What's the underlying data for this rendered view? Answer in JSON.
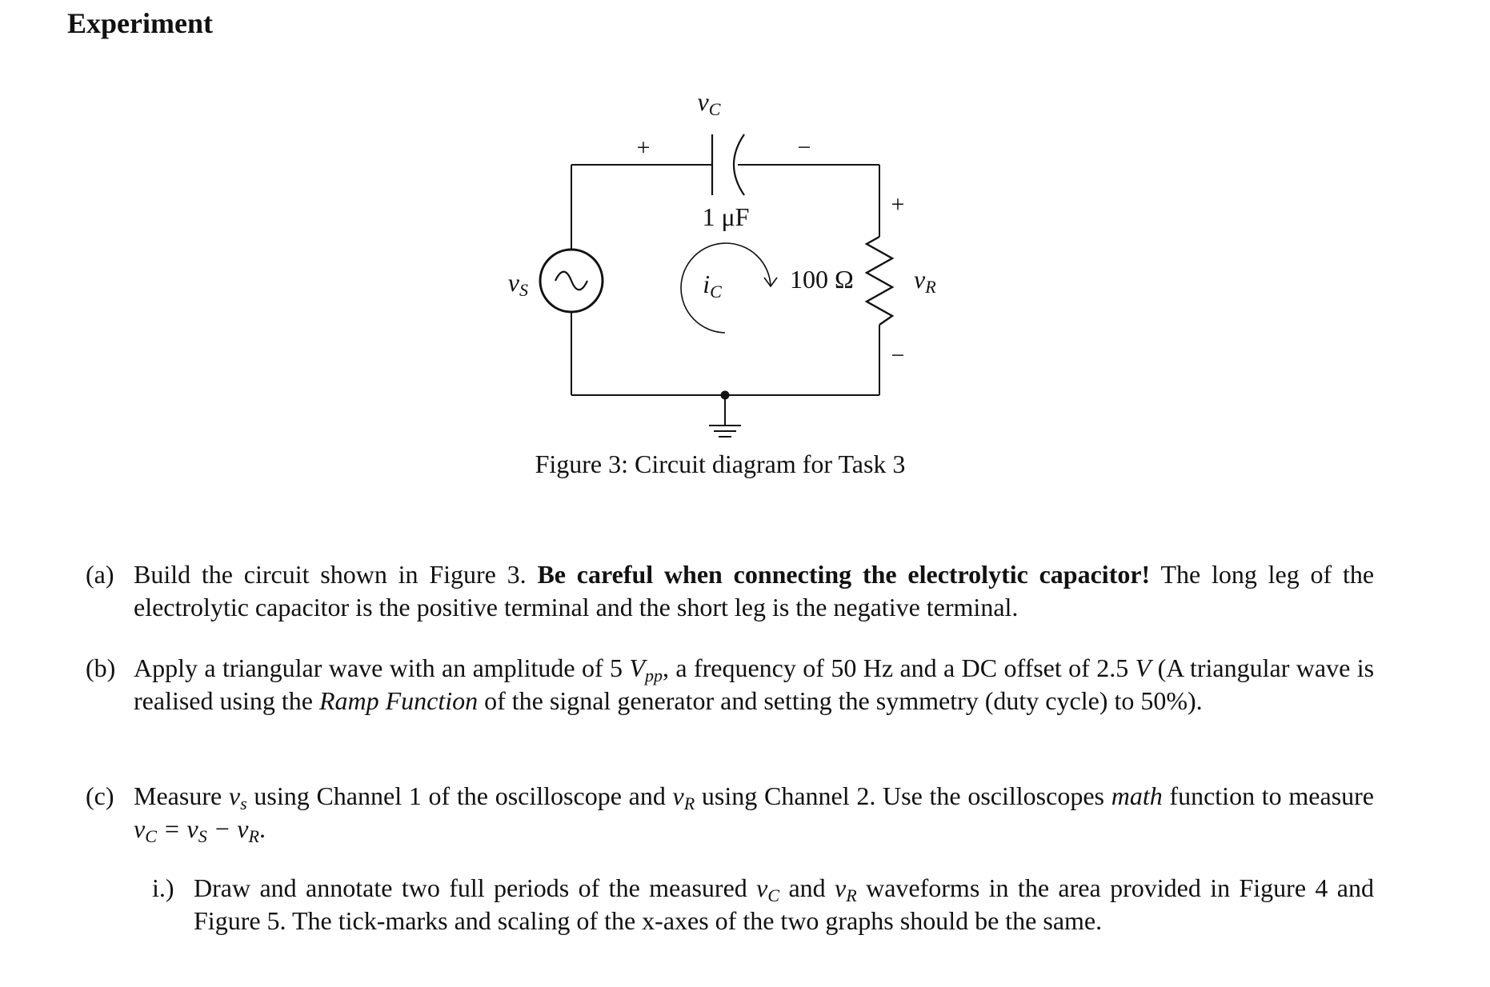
{
  "heading": "Experiment",
  "circuit": {
    "capacitor_voltage_label": "v",
    "capacitor_voltage_sub": "C",
    "cap_plus": "+",
    "cap_minus": "−",
    "capacitance": "1 μF",
    "source_label": "v",
    "source_sub": "S",
    "current_label": "i",
    "current_sub": "C",
    "resistance": "100 Ω",
    "resistor_voltage_label": "v",
    "resistor_voltage_sub": "R",
    "res_plus": "+",
    "res_minus": "−"
  },
  "caption": "Figure 3: Circuit diagram for Task 3",
  "items": {
    "a": {
      "label": "(a)",
      "t1": "Build the circuit shown in Figure 3.",
      "bold": "Be careful when connecting the electrolytic capacitor!",
      "t2": "The long leg of the electrolytic capacitor is the positive terminal and the short leg is the negative terminal."
    },
    "b": {
      "label": "(b)",
      "t1": "Apply a triangular wave with an amplitude of 5",
      "vpp_v": "V",
      "vpp_sub": "pp",
      "t2": ", a frequency of 50 Hz and a DC offset of 2.5",
      "dc_unit": "V",
      "t3": "(A triangular wave is realised using the",
      "ramp": "Ramp Function",
      "t4": "of the signal generator and setting the symmetry (duty cycle) to 50%)."
    },
    "c": {
      "label": "(c)",
      "t1": "Measure",
      "vs_v": "v",
      "vs_sub": "s",
      "t2": "using Channel 1 of the oscilloscope and",
      "vr_v": "v",
      "vr_sub": "R",
      "t3": "using Channel 2. Use the oscilloscopes",
      "math": "math",
      "t4": "function to measure",
      "eq": "v",
      "eq_sub1": "C",
      "eq_mid": " = v",
      "eq_sub2": "S",
      "eq_mid2": " − v",
      "eq_sub3": "R",
      "t5": "."
    },
    "ci": {
      "label": "i.)",
      "t1": "Draw and annotate two full periods of the measured",
      "vc_v": "v",
      "vc_sub": "C",
      "t2": "and",
      "vr_v": "v",
      "vr_sub": "R",
      "t3": "waveforms in the area provided in Figure 4 and Figure 5. The tick-marks and scaling of the x-axes of the two graphs should be the same."
    }
  }
}
